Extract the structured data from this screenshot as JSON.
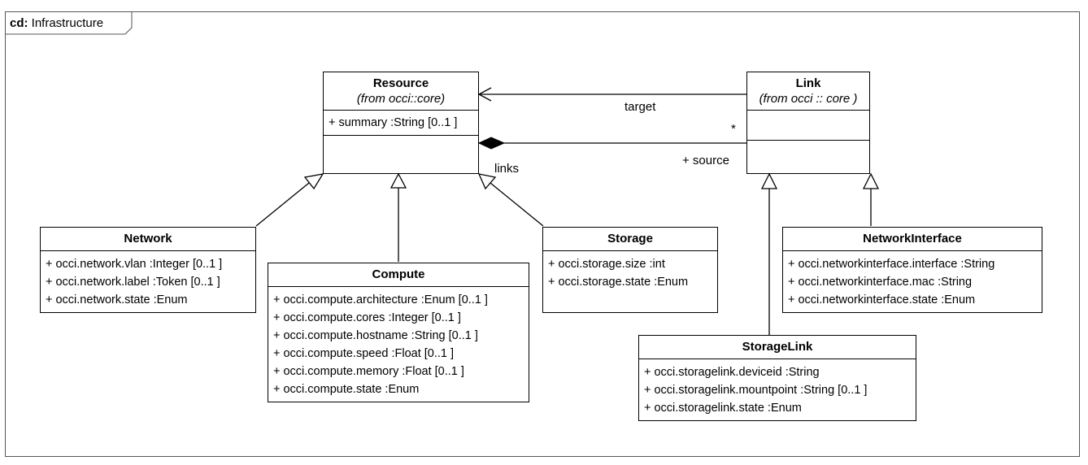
{
  "frame": {
    "keyword": "cd:",
    "name": "Infrastructure"
  },
  "classes": {
    "resource": {
      "name": "Resource",
      "from": "(from  occi::core)",
      "attrs": [
        "+ summary  :String [0..1 ]"
      ]
    },
    "link": {
      "name": "Link",
      "from": "(from   occi :: core )",
      "attrs": []
    },
    "network": {
      "name": "Network",
      "attrs": [
        "+ occi.network.vlan    :Integer [0..1 ]",
        "+ occi.network.label    :Token [0..1 ]",
        "+ occi.network.state    :Enum"
      ]
    },
    "compute": {
      "name": "Compute",
      "attrs": [
        "+ occi.compute.architecture     :Enum [0..1 ]",
        "+ occi.compute.cores    :Integer [0..1 ]",
        "+ occi.compute.hostname     :String [0..1 ]",
        "+ occi.compute.speed   :Float [0..1 ]",
        "+ occi.compute.memory     :Float [0..1 ]",
        "+ occi.compute.state    :Enum"
      ]
    },
    "storage": {
      "name": "Storage",
      "attrs": [
        "+ occi.storage.size    :int",
        "+ occi.storage.state    :Enum"
      ]
    },
    "networkinterface": {
      "name": "NetworkInterface",
      "attrs": [
        "+ occi.networkinterface.interface      :String",
        "+ occi.networkinterface.mac      :String",
        "+ occi.networkinterface.state      :Enum"
      ]
    },
    "storagelink": {
      "name": "StorageLink",
      "attrs": [
        "+ occi.storagelink.deviceid    :String",
        "+ occi.storagelink.mountpoint      :String [0..1 ]",
        "+ occi.storagelink.state    :Enum"
      ]
    }
  },
  "associations": {
    "target_label": "target",
    "target_multiplicity": "*",
    "source_label": "+  source",
    "links_label": "links"
  },
  "colors": {
    "line": "#000000",
    "frame": "#555555"
  }
}
